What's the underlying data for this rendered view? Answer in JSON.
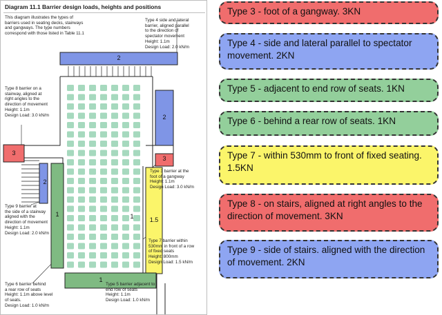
{
  "diagram": {
    "title": "Diagram 11.1 Barrier design loads, heights and positions",
    "intro": [
      "This diagram illustrates the types of",
      "barriers used in seating decks, stairways",
      "and gangways. The type numbers",
      "correspond with those listed in Table 11.1"
    ],
    "type4_note": [
      "Type 4 side and lateral",
      "barrier, aligned parallel",
      "to the direction of",
      "spectator movement",
      "Height: 1.1m",
      "Design Load: 2.0 kN/m"
    ],
    "type8_note": [
      "Type 8 barrier on a",
      "stairway, aligned at",
      "right angles to the",
      "direction of movement",
      "Height: 1.1m",
      "Design Load: 3.0 kN/m"
    ],
    "type3_note": [
      "Type 3 barrier at the",
      "foot of a gangway",
      "Height: 1.1m",
      "Design Load: 3.0 kN/m"
    ],
    "type9_note": [
      "Type 9 barrier at",
      "the side of a stairway",
      "aligned with the",
      "direction of movement",
      "Height: 1.1m",
      "Design Load: 2.0 kN/m"
    ],
    "type7_note": [
      "Type 7 barrier within",
      "530mm in front of a row",
      "of fixed seats",
      "Height: 800mm",
      "Design Load: 1.5 kN/m"
    ],
    "type6_note": [
      "Type 6 barrier behind",
      "a rear row of seats",
      "Height: 1.1m above level",
      "of seats.",
      "Design Load: 1.0 kN/m"
    ],
    "type5_note": [
      "Type 5 barrier adjacent to",
      "end row of seats",
      "Height: 1.1m",
      "Design Load: 1.0 kN/m"
    ],
    "labels": {
      "top": "2",
      "right_mid": "2",
      "left_mid": "2",
      "left_square": "3",
      "right_square": "3",
      "gangway": "1.5",
      "left_long": "1",
      "bottom": "1",
      "mid_seat": "1"
    },
    "colors": {
      "seat": "#a6d9be",
      "blue": "#7f95e6",
      "green": "#7fba82",
      "yellow": "#fbf56a",
      "red": "#f06d6d"
    }
  },
  "legend": [
    {
      "text": "Type 3 -  foot of a gangway. 3KN",
      "color": "#f06d6d"
    },
    {
      "text": "Type 4 - side and lateral parallel to spectator movement. 2KN",
      "color": "#8ea5f2"
    },
    {
      "text": "Type 5 - adjacent to end row of seats. 1KN",
      "color": "#93cf9b"
    },
    {
      "text": "Type 6 - behind a rear row of seats. 1KN",
      "color": "#93cf9b"
    },
    {
      "text": "Type 7 - within 530mm to front of fixed seating. 1.5KN",
      "color": "#fbf56a"
    },
    {
      "text": "Type 8 - on stairs, aligned at right angles to the direction of movement. 3KN",
      "color": "#f06d6d"
    },
    {
      "text": "Type 9 - side of stairs. aligned with the direction of movement. 2KN",
      "color": "#8ea5f2"
    }
  ]
}
